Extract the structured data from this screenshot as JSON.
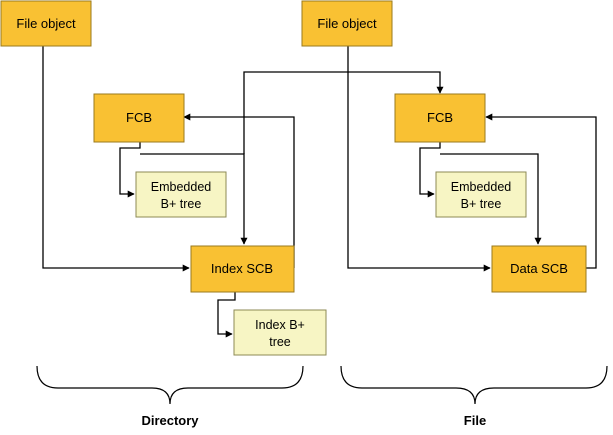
{
  "colors": {
    "primary_fill": "#F9C133",
    "primary_stroke": "#9A7A1C",
    "secondary_fill": "#F7F5C4",
    "secondary_stroke": "#8C8A55",
    "line": "#000000"
  },
  "directory": {
    "file_object": "File object",
    "fcb": "FCB",
    "embedded": [
      "Embedded",
      "B+ tree"
    ],
    "index_scb": "Index SCB",
    "index_tree": [
      "Index B+",
      "tree"
    ],
    "label": "Directory"
  },
  "file": {
    "file_object": "File object",
    "fcb": "FCB",
    "embedded": [
      "Embedded",
      "B+ tree"
    ],
    "data_scb": "Data SCB",
    "label": "File"
  }
}
